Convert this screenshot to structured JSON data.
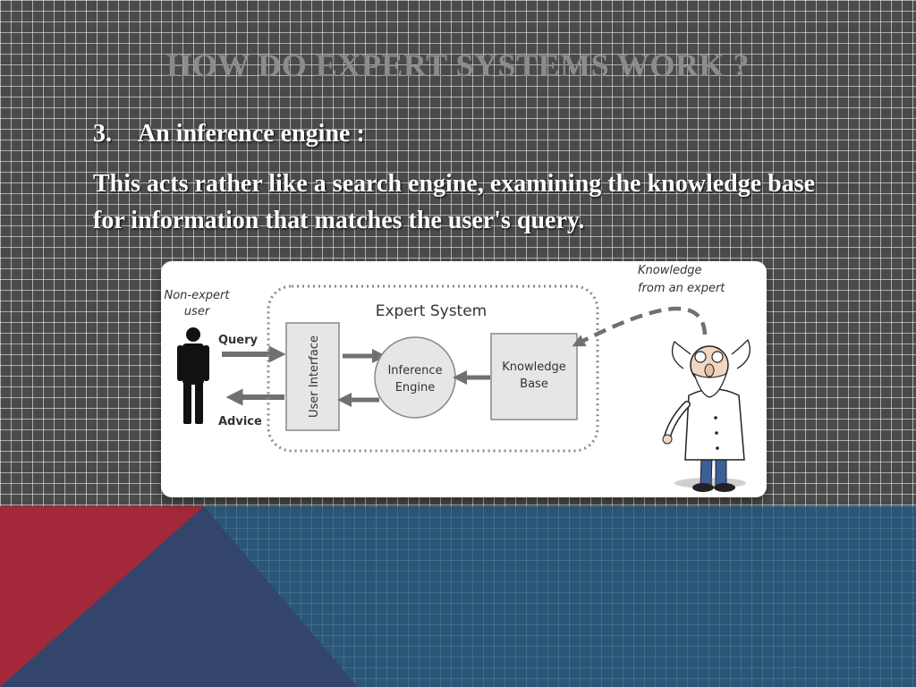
{
  "slide": {
    "title": "HOW DO EXPERT SYSTEMS WORK ?",
    "heading_number": "3.",
    "heading_text": "An inference engine :",
    "body": "This acts rather like a search engine, examining the knowledge base for information that matches the user's query."
  },
  "diagram": {
    "non_expert_line1": "Non-expert",
    "non_expert_line2": "user",
    "query_label": "Query",
    "advice_label": "Advice",
    "system_title": "Expert System",
    "user_interface_label": "User Interface",
    "inference_line1": "Inference",
    "inference_line2": "Engine",
    "knowledge_line1": "Knowledge",
    "knowledge_line2": "Base",
    "expert_line1": "Knowledge",
    "expert_line2": "from an expert"
  },
  "colors": {
    "background": "#4a4a4a",
    "bottom_band": "#2a5678",
    "accent_red": "#a3283a",
    "accent_navy": "#33456b",
    "box_fill": "#e6e6e6",
    "arrow": "#707070"
  }
}
